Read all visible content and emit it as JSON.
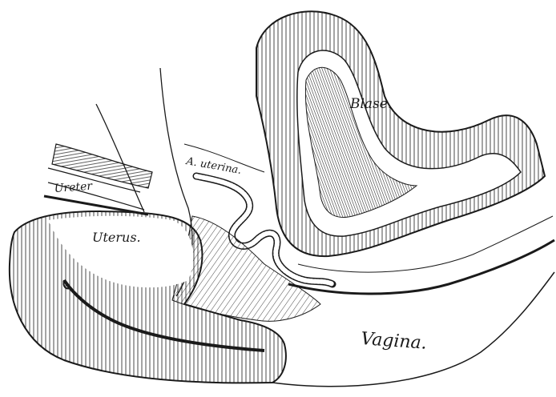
{
  "labels": {
    "bladder": "Blase.",
    "artery": "A. uterina.",
    "ureter": "Ureter",
    "uterus": "Uterus.",
    "vagina": "Vagina."
  },
  "colors": {
    "ink": "#1a1a1a",
    "paper": "#ffffff",
    "shade": "#555555"
  }
}
